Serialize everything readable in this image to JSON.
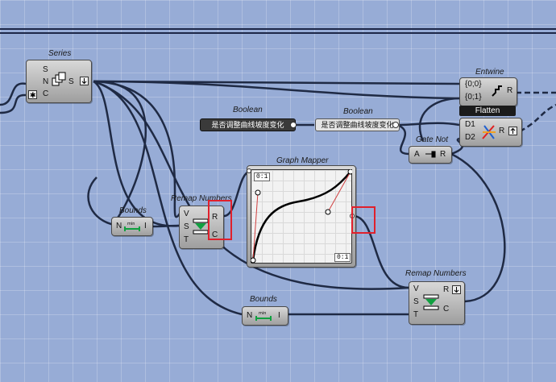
{
  "canvas": {
    "accent_wire": "#1f2a44",
    "grid_bg": "#97acd6",
    "highlight": "#e0202c"
  },
  "series": {
    "title": "Series",
    "inputs": [
      "S",
      "N",
      "C"
    ],
    "output": "S"
  },
  "entwine": {
    "title": "Entwine",
    "inputs": [
      "{0;0}",
      "{0;1}"
    ],
    "output": "R",
    "footer": "Flatten"
  },
  "boolean1": {
    "title": "Boolean",
    "text": "是否调整曲线坡度变化"
  },
  "boolean2": {
    "title": "Boolean",
    "text": "是否调整曲线坡度变化"
  },
  "weave": {
    "inputs": [
      "D1",
      "D2"
    ],
    "output": "R"
  },
  "gate": {
    "title": "Gate Not",
    "input": "A",
    "output": "R"
  },
  "graph": {
    "title": "Graph Mapper",
    "tag_top": "0:1",
    "tag_bottom": "0:1"
  },
  "bounds1": {
    "title": "Bounds",
    "input": "N",
    "output": "I"
  },
  "remap1": {
    "title": "Remap Numbers",
    "inputs": [
      "V",
      "S",
      "T"
    ],
    "outputs": [
      "R",
      "C"
    ]
  },
  "bounds2": {
    "title": "Bounds",
    "input": "N",
    "output": "I"
  },
  "remap2": {
    "title": "Remap Numbers",
    "inputs": [
      "V",
      "S",
      "T"
    ],
    "outputs": [
      "R",
      "C"
    ]
  }
}
